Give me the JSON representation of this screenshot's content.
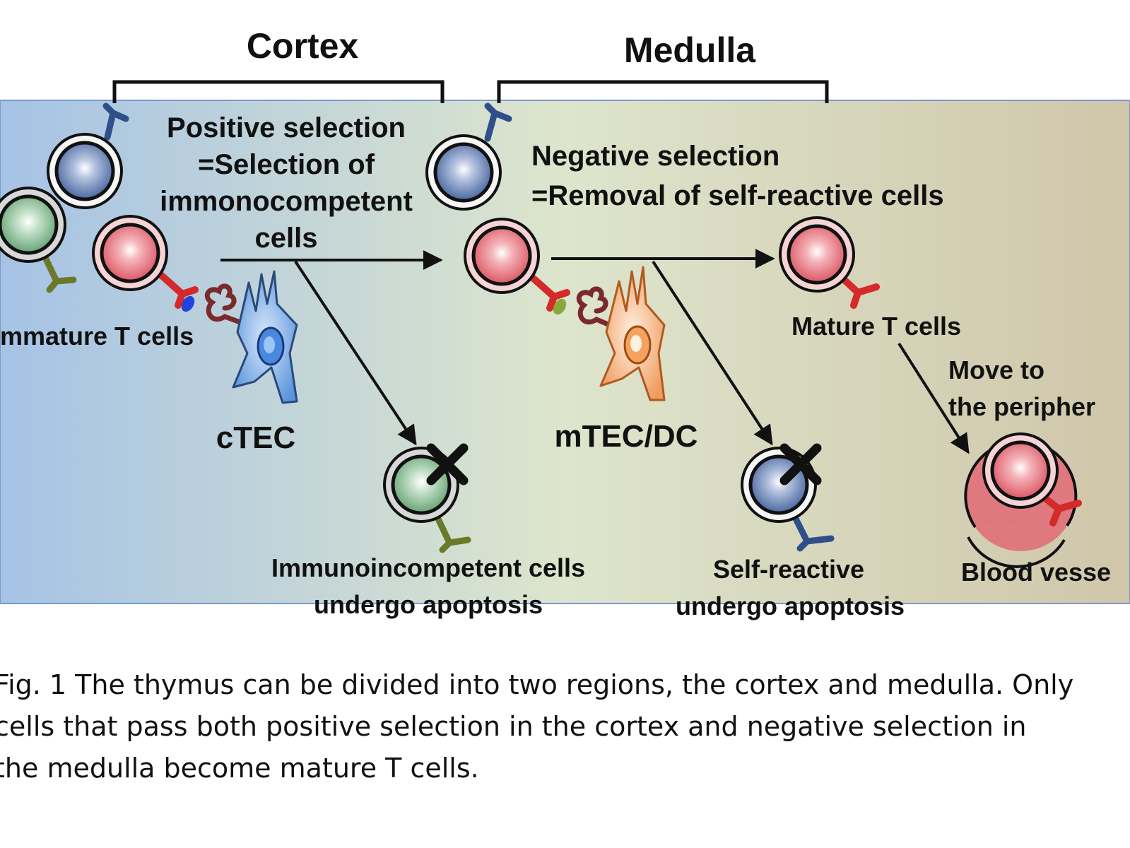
{
  "regions": {
    "cortex": "Cortex",
    "medulla": "Medulla"
  },
  "positive_selection": {
    "line1": "Positive selection",
    "line2": "=Selection of",
    "line3": "immonocompetent",
    "line4": "cells"
  },
  "negative_selection": {
    "line1": "Negative selection",
    "line2": "=Removal of self-reactive cells"
  },
  "labels": {
    "immature": "mmature T cells",
    "ctec": "cTEC",
    "mtec": "mTEC/DC",
    "mature": "Mature T cells",
    "move1": "Move to",
    "move2": "the peripher",
    "blood": "Blood vesse",
    "immuno1": "Immunoincompetent cells",
    "immuno2": "undergo apoptosis",
    "self1": "Self-reactive",
    "self2": "undergo apoptosis"
  },
  "caption": "Fig. 1 The thymus can be divided into two regions, the cortex and medulla. Only\ncells that pass both positive selection in the cortex and negative selection in\nthe medulla become mature T cells.",
  "colors": {
    "cortex_bg": "#a8c4e4",
    "medulla_bg": "#d2c8ae",
    "red_cell": "#e06670",
    "blue_cell": "#5a78b0",
    "green_cell": "#84b890",
    "ctec": "#6a9ee0",
    "mtec": "#f4a870"
  }
}
